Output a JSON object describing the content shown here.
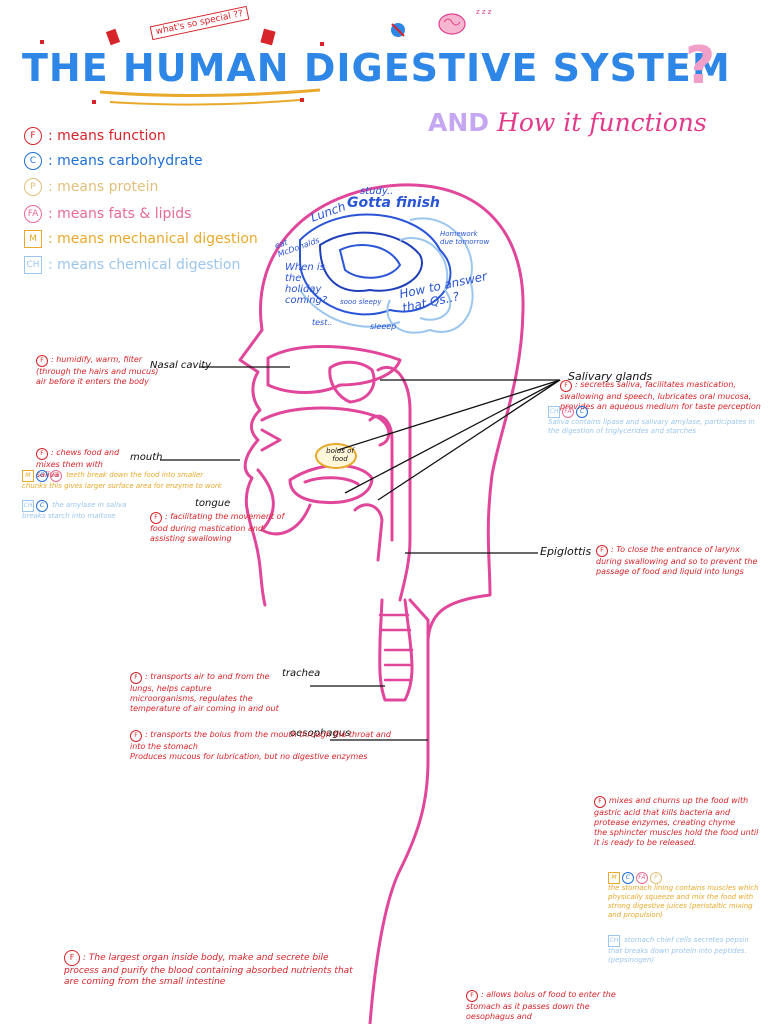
{
  "header": {
    "sticker": "what's so special ??",
    "title": "THE HUMAN DIGESTIVE SYSTEM",
    "title_q": "?",
    "subtitle_and": "AND",
    "subtitle": "How it functions"
  },
  "legend": [
    {
      "badge": "F",
      "text": ": means function",
      "color": "#d6242a",
      "shape": "round"
    },
    {
      "badge": "C",
      "text": ": means carbohydrate",
      "color": "#1f6fd6",
      "shape": "round"
    },
    {
      "badge": "P",
      "text": ": means protein",
      "color": "#e3c07a",
      "shape": "round"
    },
    {
      "badge": "FA",
      "text": ": means fats & lipids",
      "color": "#e86b92",
      "shape": "round"
    },
    {
      "badge": "M",
      "text": ": means mechanical digestion",
      "color": "#e8a92c",
      "shape": "square"
    },
    {
      "badge": "CH",
      "text": ": means chemical digestion",
      "color": "#9cc6ee",
      "shape": "square"
    }
  ],
  "brain_words": {
    "study": "study..",
    "lunch": "Lunch",
    "gotta_finish": "Gotta finish",
    "eat": "eat McDonalds",
    "homework": "Homework due tomorrow",
    "holiday": "When is the holiday coming?",
    "sleepy": "sooo sleepy",
    "answer": "How to answer that Qs..?",
    "test": "test..",
    "sleep": "sleeep"
  },
  "labels": {
    "nasal_cavity": "Nasal cavity",
    "mouth": "mouth",
    "bolus": "bolus of food",
    "tongue": "tongue",
    "salivary": "Salivary glands",
    "epiglottis": "Epiglottis",
    "trachea": "trachea",
    "oesophagus": "oesophagus"
  },
  "notes": {
    "nasal": ": humidify, warm, filter (through the hairs and mucus) air before it enters the body",
    "mouth_f": ": chews food and mixes them with saliva",
    "mouth_m": "teeth break down the food into smaller chunks this gives larger surface area for enzyme to work",
    "mouth_ch": "the amylase in saliva breaks starch into maltose",
    "tongue": ": facilitating the movement of food during mastication and assisting swallowing",
    "salivary": ": secretes saliva, facilitates mastication, swallowing and speech, lubricates oral mucosa, provides an aqueous medium for taste perception",
    "salivary_blue": "Saliva contains lipase and salivary amylase, participates in the digestion of triglycerides and starches",
    "epiglottis": ": To close the entrance of larynx during swallowing and so to prevent the passage of food and liquid into lungs",
    "trachea": ": transports air to and from the lungs, helps capture microorganisms, regulates the temperature of air coming in and out",
    "oesophagus_1": ": transports the bolus from the mouth through the throat and into the stomach",
    "oesophagus_2": "Produces mucous for lubrication, but no digestive enzymes",
    "stomach_f": "mixes and churns up the food with gastric acid that kills bacteria and protease enzymes, creating chyme",
    "stomach_f2": "the sphincter muscles hold the food until it is ready to be released.",
    "stomach_m": "the stomach lining contains muscles which physically squeeze and mix the food with strong digestive juices (peristaltic mixing and propulsion)",
    "stomach_ch": "stomach chief cells secretes pepsin that breaks down protein into peptides. (pepsinogen)",
    "liver": ": The largest organ inside body, make and secrete bile process and purify the blood containing absorbed nutrients that are coming from the small intestine",
    "sphincter": ": allows bolus of food to enter the stomach as it passes down the oesophagus and"
  },
  "colors": {
    "outline": "#e0479a",
    "title": "#2e86e6",
    "annotation": "#d6242a",
    "brain": "#2a55d6"
  }
}
